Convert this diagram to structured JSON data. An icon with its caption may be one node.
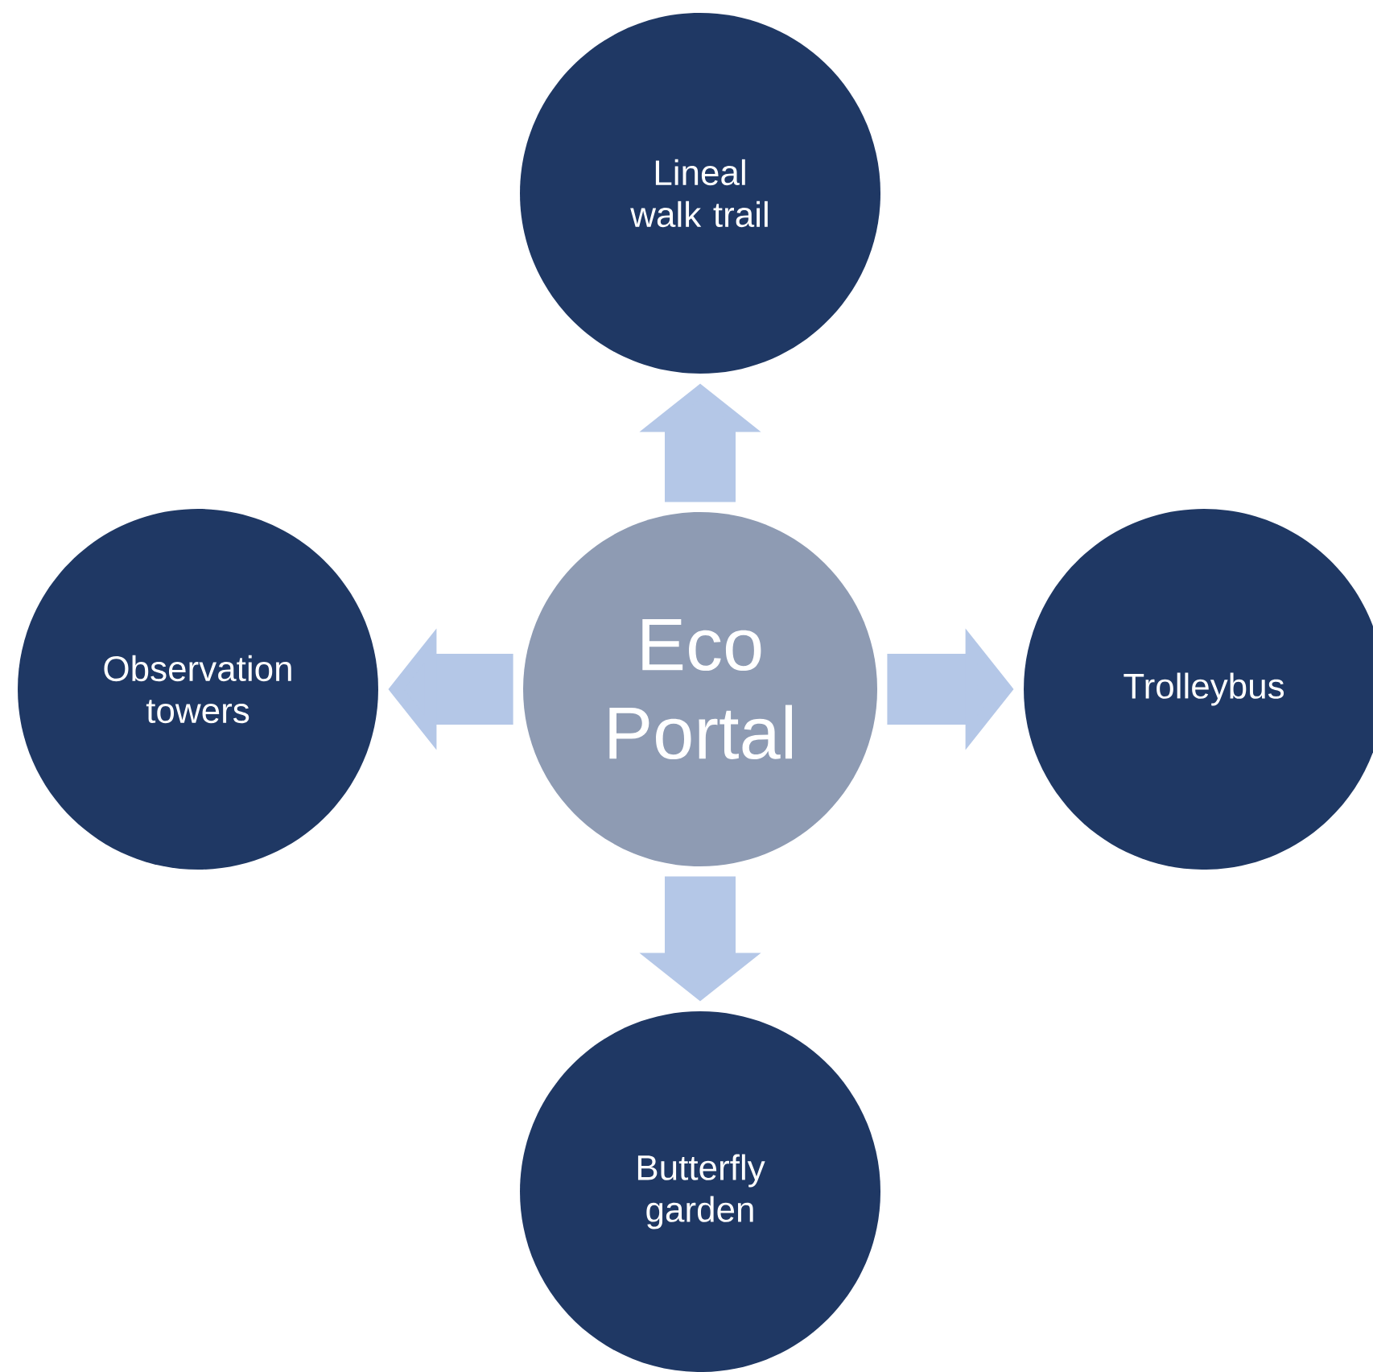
{
  "diagram": {
    "nodes": [
      {
        "text": [
          "Eco Portal"
        ]
      },
      {
        "text": [
          "Lineal walk trail"
        ]
      },
      {
        "text": [
          "Observation towers"
        ]
      },
      {
        "text": [
          "Trolleybus"
        ]
      },
      {
        "text": [
          "Butterfly garden"
        ]
      }
    ],
    "edges": [
      {
        "from": 0,
        "to": 1,
        "arrow": "to"
      },
      {
        "from": 0,
        "to": 2,
        "arrow": "to"
      },
      {
        "from": 0,
        "to": 3,
        "arrow": "to"
      },
      {
        "from": 0,
        "to": 4,
        "arrow": "to"
      }
    ]
  }
}
